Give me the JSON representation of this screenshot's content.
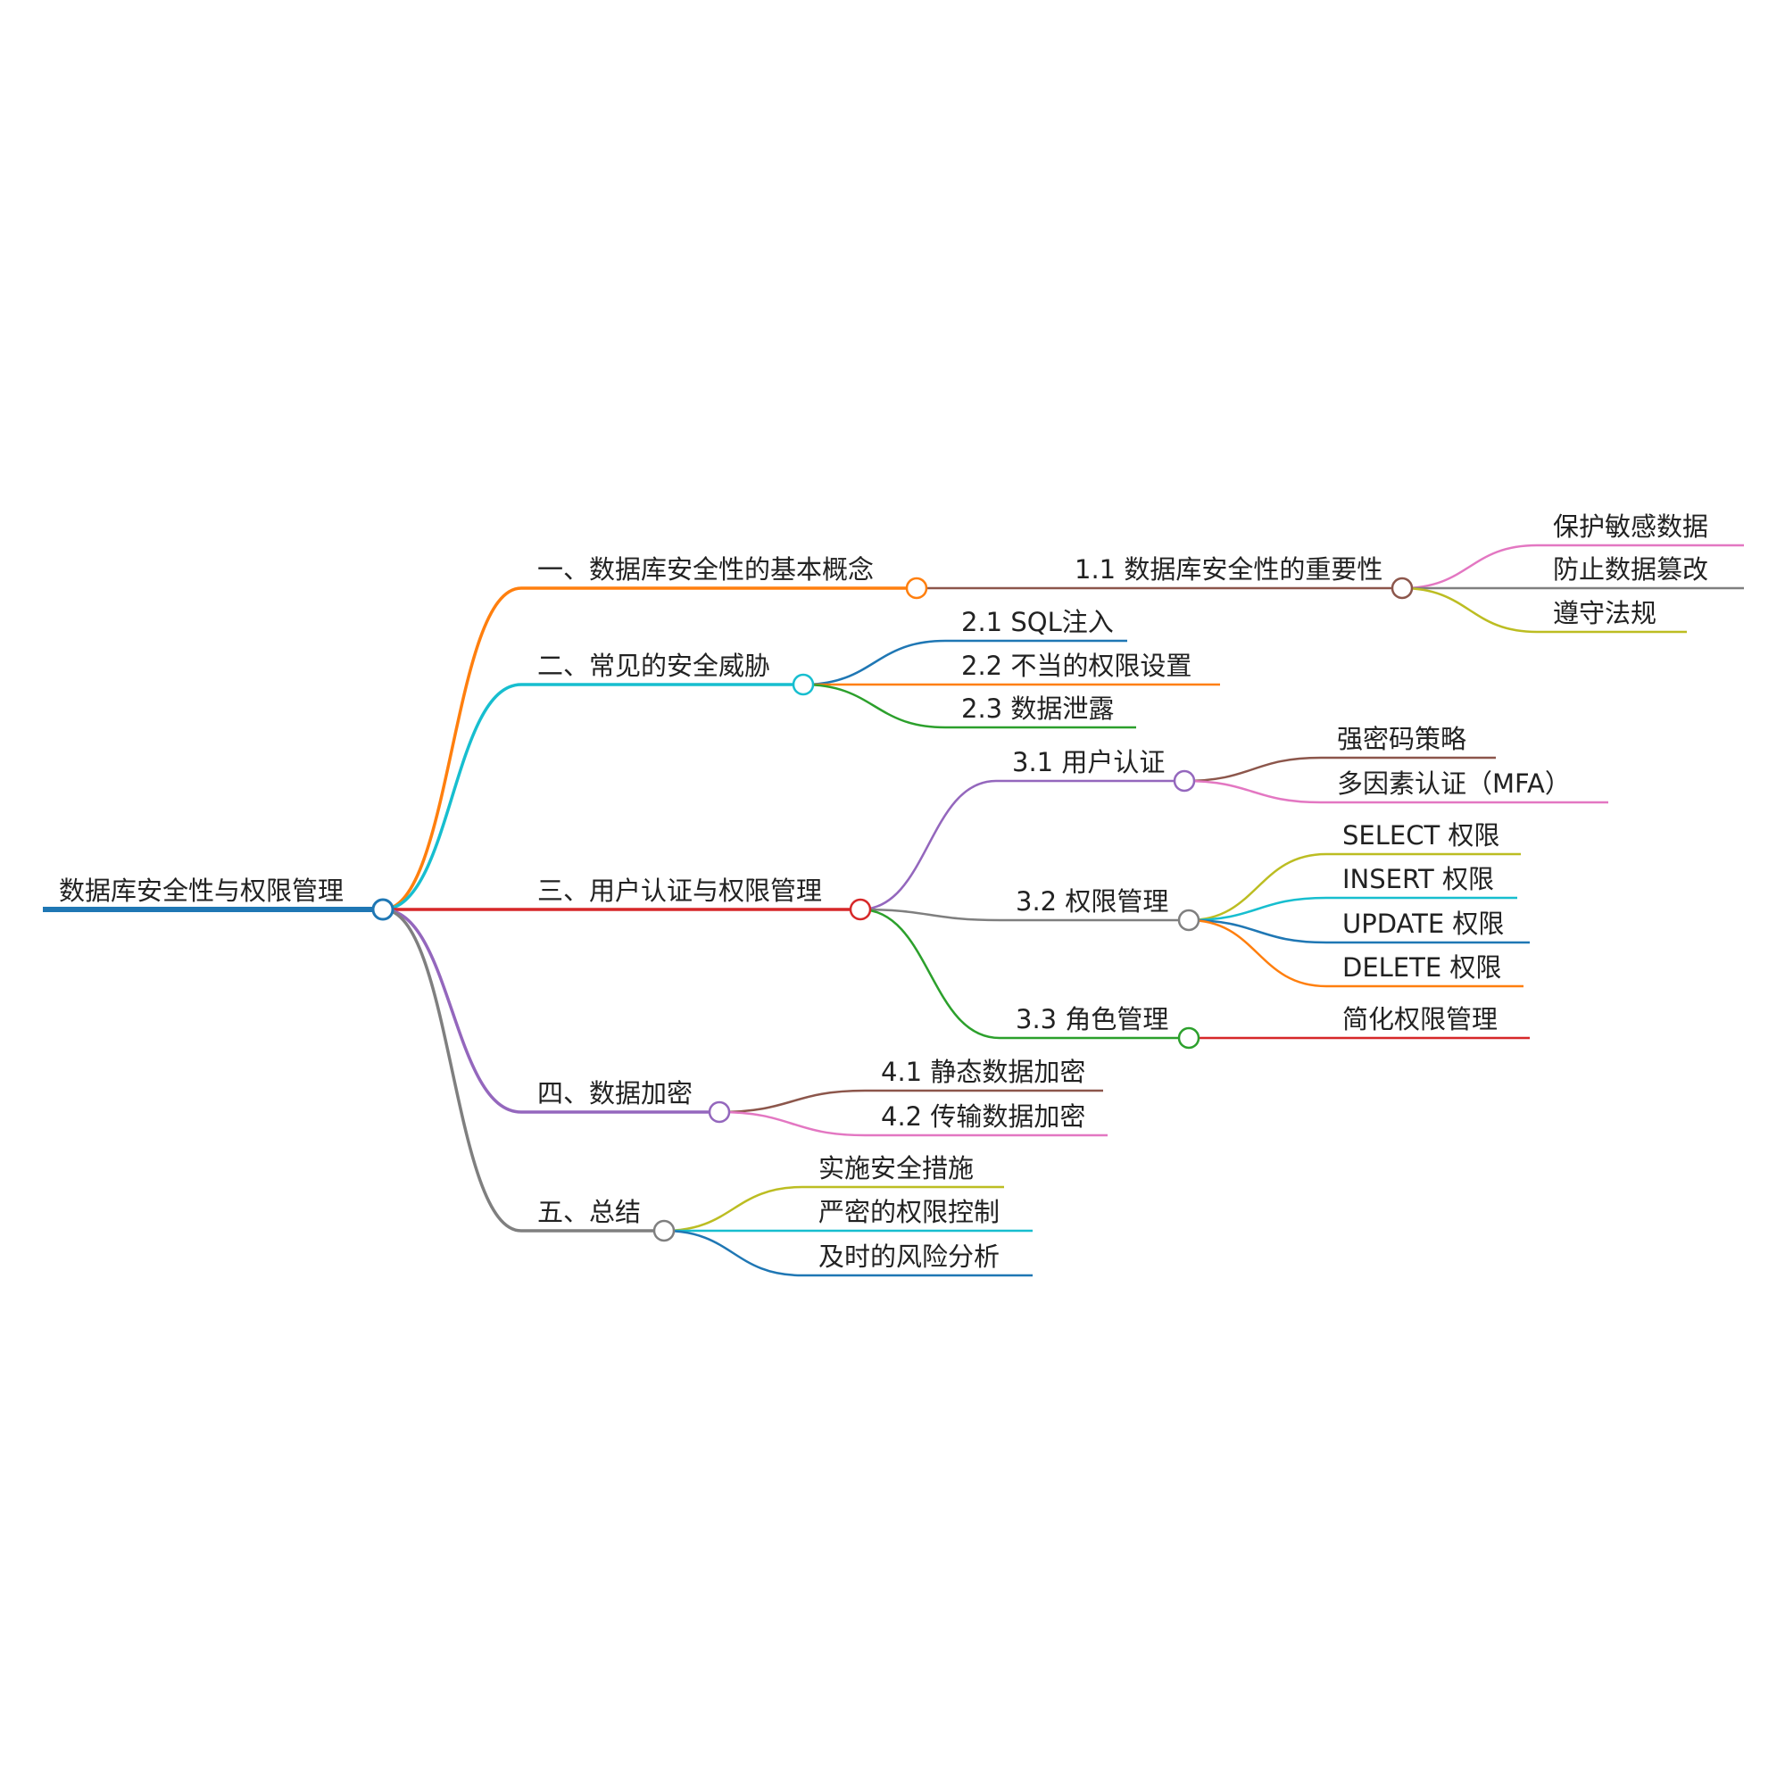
{
  "root": {
    "text": "数据库安全性与权限管理",
    "color": "#1f77b4"
  },
  "branches": [
    {
      "text": "一、数据库安全性的基本概念",
      "color": "#ff7f0e",
      "children": [
        {
          "text": "1.1 数据库安全性的重要性",
          "color": "#8c564b",
          "children": [
            {
              "text": "保护敏感数据",
              "color": "#e377c2"
            },
            {
              "text": "防止数据篡改",
              "color": "#7f7f7f"
            },
            {
              "text": "遵守法规",
              "color": "#bcbd22"
            }
          ]
        }
      ]
    },
    {
      "text": "二、常见的安全威胁",
      "color": "#17becf",
      "children": [
        {
          "text": "2.1 SQL注入",
          "color": "#1f77b4"
        },
        {
          "text": "2.2 不当的权限设置",
          "color": "#ff7f0e"
        },
        {
          "text": "2.3 数据泄露",
          "color": "#2ca02c"
        }
      ]
    },
    {
      "text": "三、用户认证与权限管理",
      "color": "#d62728",
      "children": [
        {
          "text": "3.1 用户认证",
          "color": "#9467bd",
          "children": [
            {
              "text": "强密码策略",
              "color": "#8c564b"
            },
            {
              "text": "多因素认证（MFA）",
              "color": "#e377c2"
            }
          ]
        },
        {
          "text": "3.2 权限管理",
          "color": "#7f7f7f",
          "children": [
            {
              "text": "SELECT 权限",
              "color": "#bcbd22"
            },
            {
              "text": "INSERT 权限",
              "color": "#17becf"
            },
            {
              "text": "UPDATE 权限",
              "color": "#1f77b4"
            },
            {
              "text": "DELETE 权限",
              "color": "#ff7f0e"
            }
          ]
        },
        {
          "text": "3.3 角色管理",
          "color": "#2ca02c",
          "children": [
            {
              "text": "简化权限管理",
              "color": "#d62728"
            }
          ]
        }
      ]
    },
    {
      "text": "四、数据加密",
      "color": "#9467bd",
      "children": [
        {
          "text": "4.1 静态数据加密",
          "color": "#8c564b"
        },
        {
          "text": "4.2 传输数据加密",
          "color": "#e377c2"
        }
      ]
    },
    {
      "text": "五、总结",
      "color": "#7f7f7f",
      "children": [
        {
          "text": "实施安全措施",
          "color": "#bcbd22"
        },
        {
          "text": "严密的权限控制",
          "color": "#17becf"
        },
        {
          "text": "及时的风险分析",
          "color": "#1f77b4"
        }
      ]
    }
  ]
}
